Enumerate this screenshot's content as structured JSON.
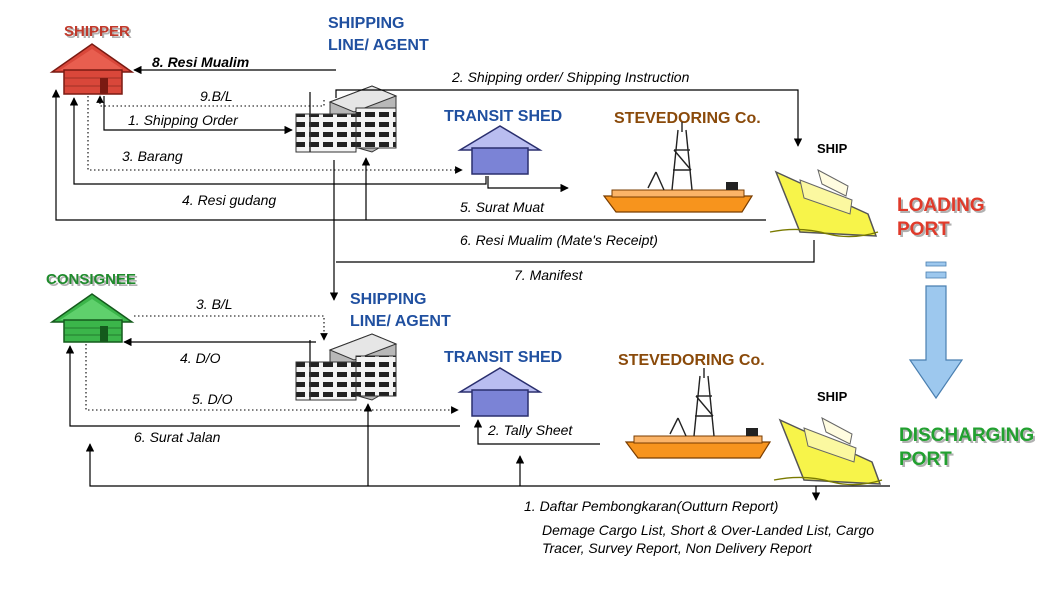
{
  "loading": {
    "shipper": "SHIPPER",
    "shipping_line": [
      "SHIPPING",
      "LINE/ AGENT"
    ],
    "transit_shed": "TRANSIT SHED",
    "stevedoring": "STEVEDORING Co.",
    "ship": "SHIP",
    "port": [
      "LOADING",
      "PORT"
    ],
    "flows": {
      "f8": "8.  Resi Mualim",
      "f2": "2. Shipping order/ Shipping Instruction",
      "f9": "9.B/L",
      "f1": "1. Shipping Order",
      "f3": "3. Barang",
      "f4": "4. Resi gudang",
      "f5": "5.  Surat Muat",
      "f6": "6. Resi Mualim (Mate's Receipt)",
      "f7": "7. Manifest"
    }
  },
  "discharging": {
    "consignee": "CONSIGNEE",
    "shipping_line": [
      "SHIPPING",
      "LINE/ AGENT"
    ],
    "transit_shed": "TRANSIT SHED",
    "stevedoring": "STEVEDORING Co.",
    "ship": "SHIP",
    "port": [
      "DISCHARGING",
      "PORT"
    ],
    "flows": {
      "f3": "3.  B/L",
      "f4": "4. D/O",
      "f5": "5. D/O",
      "f6": "6.  Surat  Jalan",
      "f2": "2.  Tally Sheet",
      "f1": "1. Daftar Pembongkaran(Outturn Report)"
    },
    "note": [
      "Demage  Cargo  List,   Short  &  Over-Landed  List,  Cargo",
      "Tracer, Survey Report, Non Delivery Report"
    ]
  },
  "colors": {
    "shipper_house": "#d9473a",
    "consignee_house": "#3bb54a",
    "shed": "#7b83d6",
    "ship": "#f7f44a",
    "barge": "#f7941d",
    "arrow": "#9dc8ee"
  }
}
